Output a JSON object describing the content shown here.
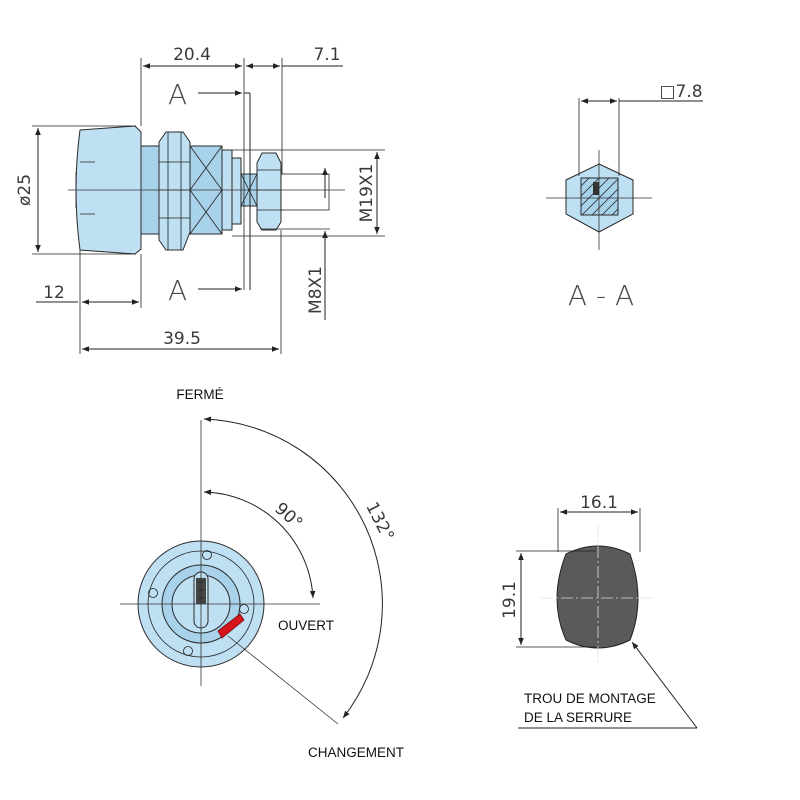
{
  "side_view": {
    "dim_width_front": "20.4",
    "dim_width_rear": "7.1",
    "dim_diameter": "ø25",
    "dim_thread_body": "M19X1",
    "dim_thread_end": "M8X1",
    "dim_head_length": "12",
    "dim_total_length": "39.5",
    "section_mark_top": "A",
    "section_mark_bottom": "A"
  },
  "section_view": {
    "dim_square": "□7.8",
    "label": "A - A"
  },
  "front_view": {
    "label_closed": "FERMÉ",
    "label_open": "OUVERT",
    "label_change": "CHANGEMENT",
    "angle_small": "90°",
    "angle_large": "132°",
    "accent_color": "#d8141b"
  },
  "cutout_view": {
    "dim_width": "16.1",
    "dim_height": "19.1",
    "note_line1": "TROU DE MONTAGE",
    "note_line2": "DE LA SERRURE",
    "fill_color": "#5a5a5a"
  }
}
